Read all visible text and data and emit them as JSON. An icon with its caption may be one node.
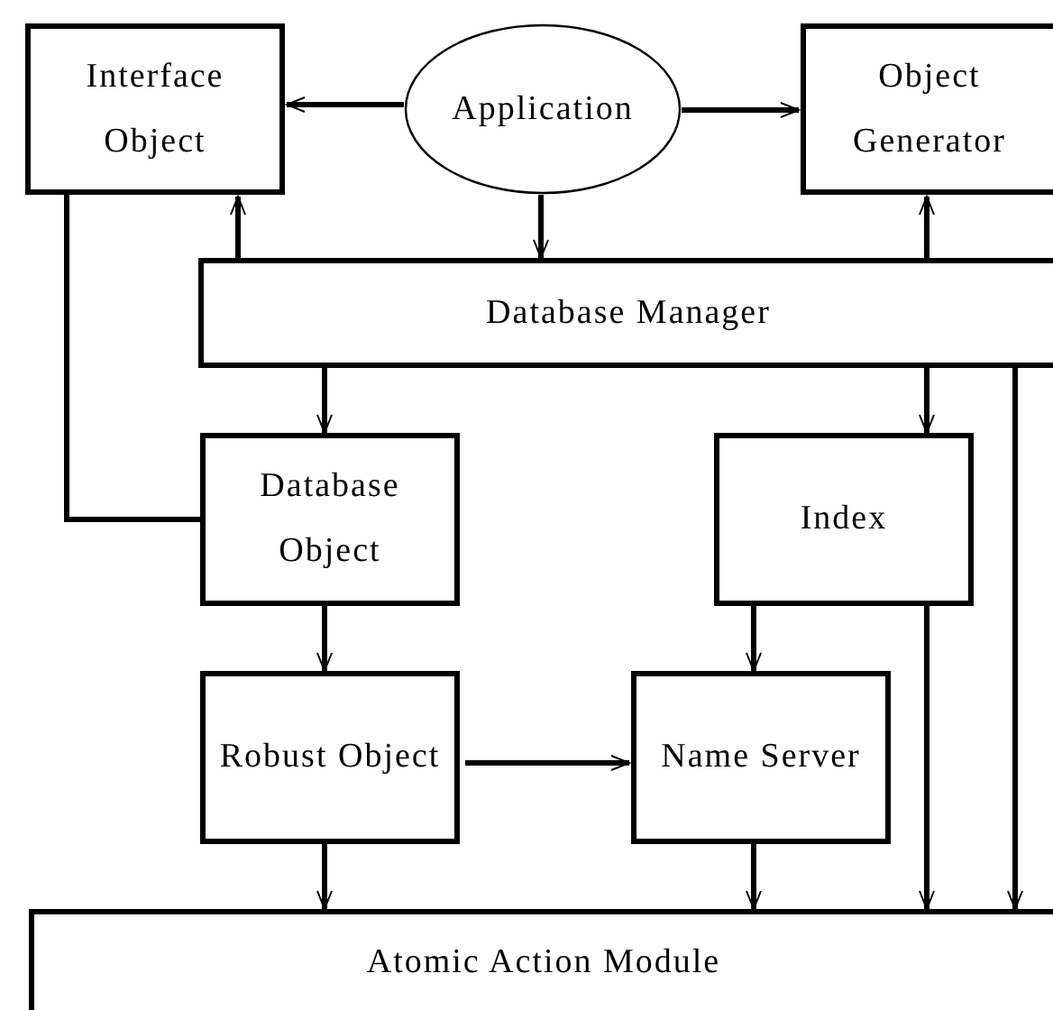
{
  "diagram": {
    "nodes": [
      {
        "text": [
          "Interface Object"
        ]
      },
      {
        "text": [
          "Application"
        ]
      },
      {
        "text": [
          "Object Generator"
        ]
      },
      {
        "text": [
          "Database Manager"
        ]
      },
      {
        "text": [
          "Database Object"
        ]
      },
      {
        "text": [
          "Index"
        ]
      },
      {
        "text": [
          "Robust Object"
        ]
      },
      {
        "text": [
          "Name Server"
        ]
      },
      {
        "text": [
          "Atomic Action Module"
        ]
      }
    ],
    "edges": [
      {
        "from": 1,
        "to": 0,
        "arrow": "to"
      },
      {
        "from": 1,
        "to": 2,
        "arrow": "to"
      },
      {
        "from": 1,
        "to": 3,
        "arrow": "to"
      },
      {
        "from": 3,
        "to": 0,
        "arrow": "to"
      },
      {
        "from": 3,
        "to": 2,
        "arrow": "to"
      },
      {
        "from": 3,
        "to": 4,
        "arrow": "to"
      },
      {
        "from": 3,
        "to": 5,
        "arrow": "to"
      },
      {
        "from": 3,
        "to": 8,
        "arrow": "to"
      },
      {
        "from": 0,
        "to": 4,
        "arrow": "none"
      },
      {
        "from": 4,
        "to": 6,
        "arrow": "to"
      },
      {
        "from": 5,
        "to": 7,
        "arrow": "to"
      },
      {
        "from": 5,
        "to": 8,
        "arrow": "to"
      },
      {
        "from": 6,
        "to": 7,
        "arrow": "to"
      },
      {
        "from": 6,
        "to": 8,
        "arrow": "to"
      },
      {
        "from": 7,
        "to": 8,
        "arrow": "to"
      }
    ]
  }
}
